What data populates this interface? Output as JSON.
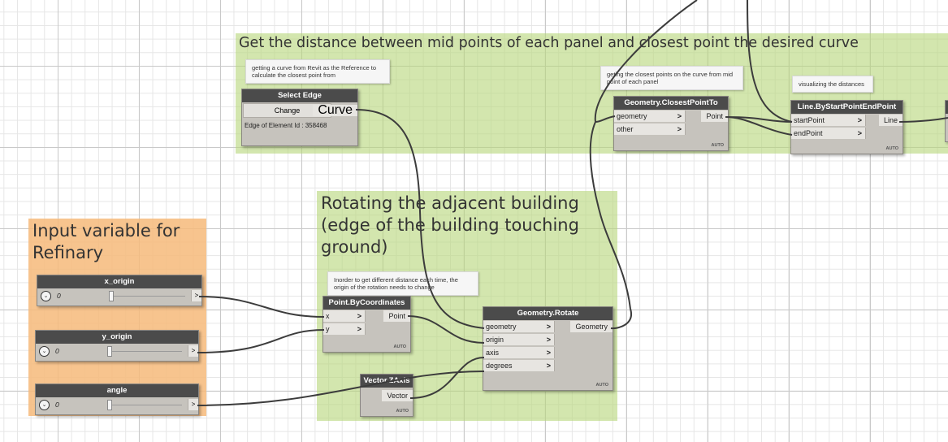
{
  "groups": {
    "distance": {
      "title": "Get the distance between mid points of each panel and closest point the desired curve",
      "color": "#b8d77c"
    },
    "rotating": {
      "title": "Rotating the adjacent building\n(edge of the building touching\nground)",
      "color": "#b8d77c"
    },
    "input": {
      "title": "Input variable for\nRefinary",
      "color": "#f6ba7a"
    }
  },
  "notes": {
    "select_edge": "getting a curve from Revit as the Reference to calculate the closest point from",
    "closest_point": "geting the closest points on the curve from mid point of each panel",
    "visualizing": "visualizing the distances",
    "rotation_origin": "Inorder to get different distance each time, the origin of the rotation needs to change"
  },
  "nodes": {
    "select_edge": {
      "title": "Select Edge",
      "button": "Change",
      "output": "Curve",
      "info": "Edge of Element Id : 358468"
    },
    "closest_point_to": {
      "title": "Geometry.ClosestPointTo",
      "inputs": [
        "geometry",
        "other"
      ],
      "output": "Point",
      "lacing": "AUTO"
    },
    "line": {
      "title": "Line.ByStartPointEndPoint",
      "inputs": [
        "startPoint",
        "endPoint"
      ],
      "output": "Line",
      "lacing": "AUTO"
    },
    "point_by_coords": {
      "title": "Point.ByCoordinates",
      "inputs": [
        "x",
        "y"
      ],
      "output": "Point",
      "lacing": "AUTO"
    },
    "rotate": {
      "title": "Geometry.Rotate",
      "inputs": [
        "geometry",
        "origin",
        "axis",
        "degrees"
      ],
      "output": "Geometry",
      "lacing": "AUTO"
    },
    "zaxis": {
      "title": "Vector.ZAxis",
      "output": "Vector",
      "lacing": "AUTO"
    }
  },
  "sliders": [
    {
      "title": "x_origin",
      "value": "0",
      "fraction": 0.0
    },
    {
      "title": "y_origin",
      "value": "0",
      "fraction": 0.0
    },
    {
      "title": "angle",
      "value": "0",
      "fraction": 0.0
    }
  ],
  "colors": {
    "node_header": "#4b4b4b",
    "node_body": "#c6c3bd",
    "wire": "#3c3c3c"
  }
}
